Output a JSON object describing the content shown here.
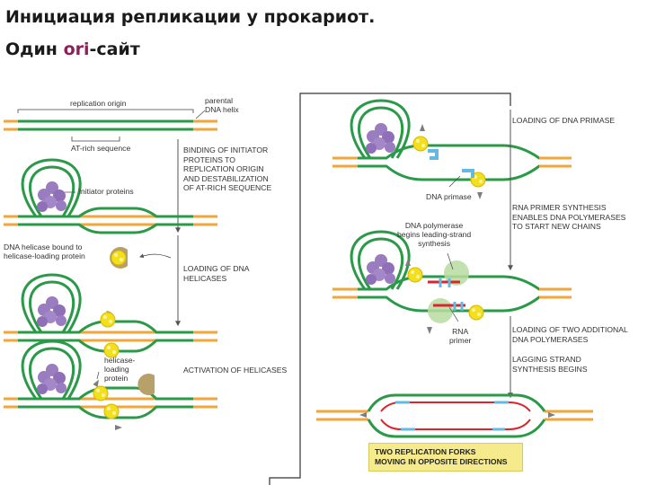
{
  "title": {
    "line1": "Инициация репликации у прокариот.",
    "line2_prefix": "Один ",
    "line2_highlight": "ori",
    "line2_suffix": "-сайт"
  },
  "labels": {
    "replication_origin": "replication origin",
    "parental_helix": "parental\nDNA helix",
    "at_rich": "AT-rich sequence",
    "binding_step": "BINDING OF INITIATOR\nPROTEINS TO\nREPLICATION ORIGIN\nAND DESTABILIZATION\nOF AT-RICH SEQUENCE",
    "initiator_proteins": "initiator proteins",
    "helicase_bound": "DNA helicase bound to\nhelicase-loading protein",
    "loading_helicases": "LOADING OF DNA\nHELICASES",
    "helicase_loading_protein": "helicase-\nloading\nprotein",
    "activation_helicases": "ACTIVATION OF HELICASES",
    "loading_primase": "LOADING OF DNA PRIMASE",
    "dna_primase": "DNA primase",
    "rna_primer_synthesis": "RNA PRIMER SYNTHESIS\nENABLES DNA POLYMERASES\nTO START NEW CHAINS",
    "polymerase_begins": "DNA polymerase\nbegins leading-strand\nsynthesis",
    "rna_primer": "RNA\nprimer",
    "loading_two_polymerases": "LOADING OF TWO ADDITIONAL\nDNA POLYMERASES",
    "lagging_strand": "LAGGING STRAND\nSYNTHESIS BEGINS",
    "two_forks": "TWO REPLICATION FORKS\nMOVING IN OPPOSITE DIRECTIONS"
  },
  "colors": {
    "strand_green": "#2a9a48",
    "strand_orange": "#f2a53a",
    "initiator_purple": "#9a7cc0",
    "helicase_yellow": "#f4df1e",
    "loader_tan": "#b7a06a",
    "primase_blue": "#63b9e3",
    "rna_red": "#d8262c",
    "polymerase_green": "#b9dca0",
    "gray_arrow": "#7d7d7d",
    "box_yellow": "#f6eb8c"
  }
}
